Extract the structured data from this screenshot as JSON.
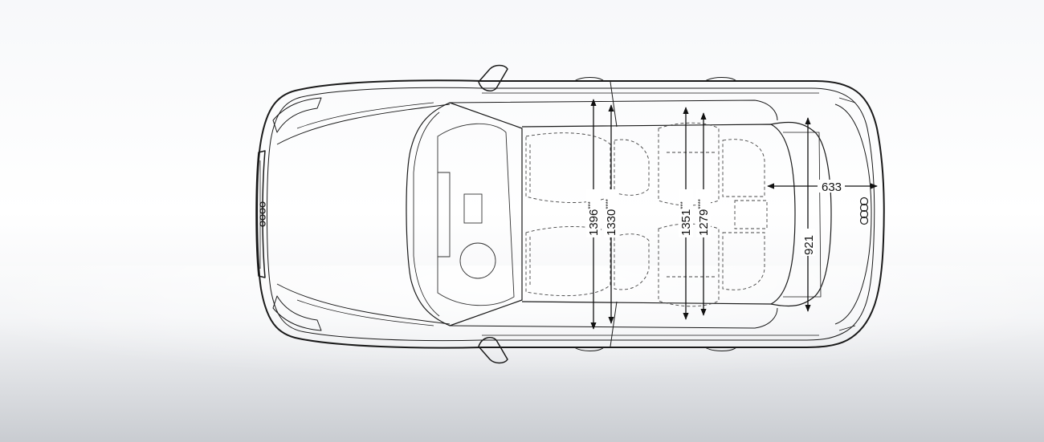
{
  "dimensions": {
    "d1396": {
      "value": "1396",
      "mark": "***"
    },
    "d1330": {
      "value": "1330",
      "mark": "****"
    },
    "d1351": {
      "value": "1351",
      "mark": "***"
    },
    "d1279": {
      "value": "1279",
      "mark": "****"
    },
    "d633": {
      "value": "633"
    },
    "d921": {
      "value": "921"
    }
  },
  "colors": {
    "line": "#1a1a1a",
    "dashed": "#555555",
    "background": "#ffffff"
  }
}
